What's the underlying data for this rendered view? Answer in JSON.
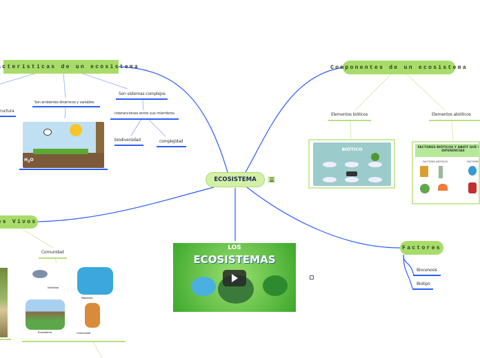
{
  "central": {
    "title": "ECOSISTEMA",
    "menu_icon": "hamburger-icon"
  },
  "caracteristicas": {
    "title": "Características de un ecosistema",
    "estructura": "ructura",
    "dinamicos": "Son ambientes dinámicos y variables",
    "complejos": "Son sistemas complejos",
    "interacciones": "interacciones entre sus miembros",
    "biodiversidad": "biodiversidad",
    "complejidad": "complejidad"
  },
  "componentes": {
    "title": "Componentes de un ecosistema",
    "bioticos": "Elementos bióticos",
    "abioticos": "Elementos abióticos",
    "biotic_image_title": "BIÓTICO",
    "abiotic_image_title": "FACTORES BIÓTICOS Y ABIÓT QUÉ SON Y DIFERENCIAS",
    "abiotic_col1": "FACTORES BIÓTICOS",
    "abiotic_col2": "FACTORES"
  },
  "seres_vivos": {
    "title": "res Vivos",
    "comunidad": "Comunidad",
    "image_labels": [
      "Individuo",
      "Población",
      "Ecosistema",
      "Comunidad"
    ]
  },
  "video": {
    "title_line1": "LOS",
    "title_line2": "ECOSISTEMAS",
    "play_icon": "play-icon",
    "link_icon": "external-link-icon"
  },
  "factores": {
    "title": "Factores",
    "items": [
      "Biocenosis",
      "Biotipo"
    ]
  },
  "colors": {
    "connector": "#2a5bff",
    "topic": "#a8dc6a",
    "subline": "#b6e07e"
  }
}
